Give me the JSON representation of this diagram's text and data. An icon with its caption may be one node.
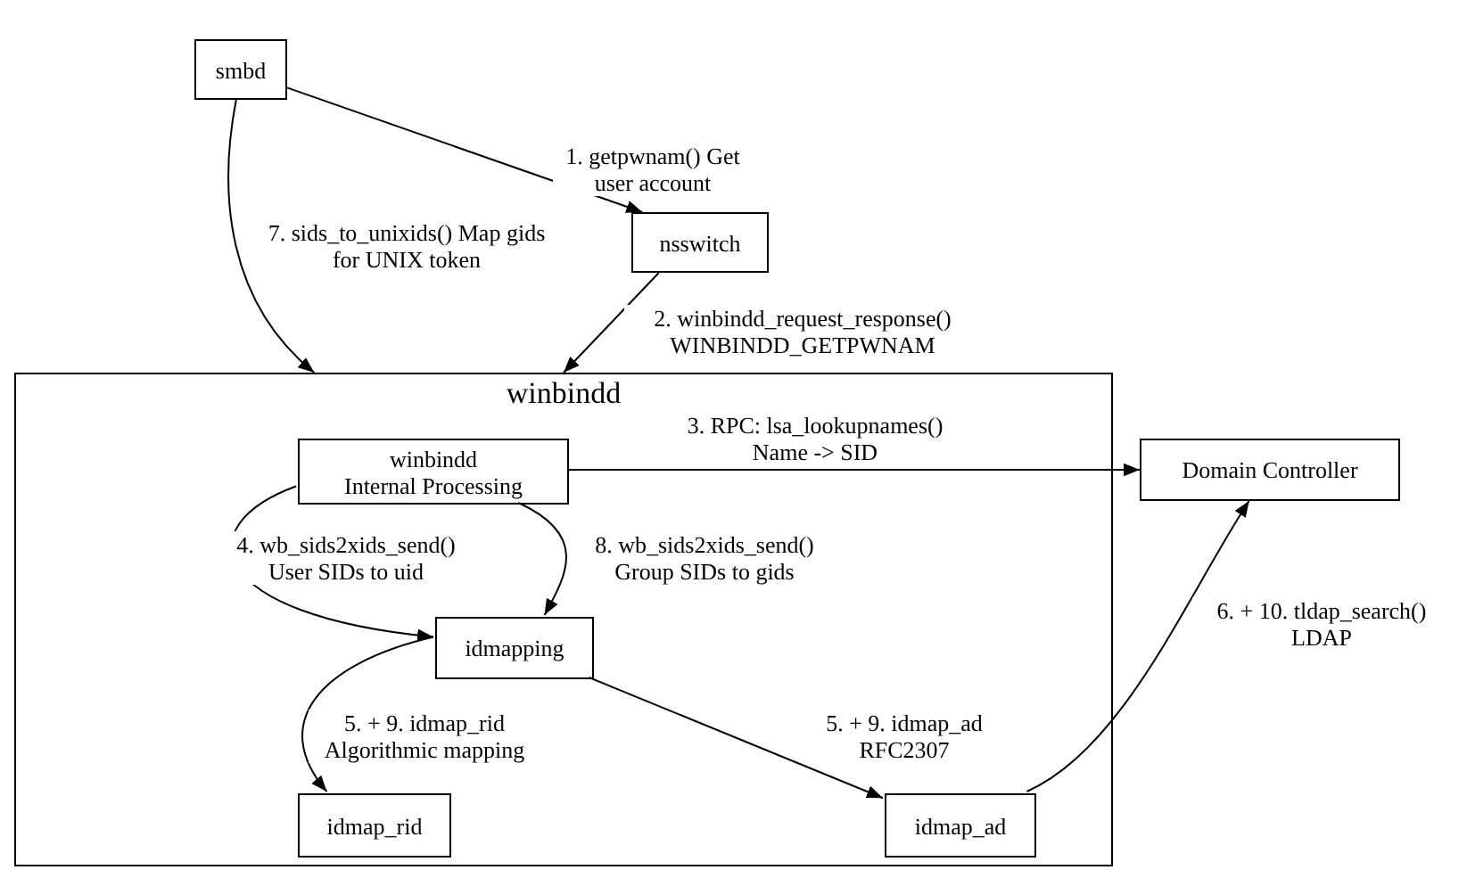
{
  "diagram": {
    "nodes": [
      {
        "text": [
          "smbd"
        ]
      },
      {
        "text": [
          "nsswitch"
        ]
      },
      {
        "text": [
          "winbindd"
        ]
      },
      {
        "text": [
          "winbindd",
          "Internal Processing"
        ],
        "in": 2
      },
      {
        "text": [
          "Domain Controller"
        ]
      },
      {
        "text": [
          "idmapping"
        ],
        "in": 2
      },
      {
        "text": [
          "idmap_rid"
        ],
        "in": 2
      },
      {
        "text": [
          "idmap_ad"
        ],
        "in": 2
      }
    ],
    "edges": [
      {
        "from": 0,
        "to": 1,
        "arrow": "to",
        "label": "1. getpwnam() Get user account"
      },
      {
        "from": 1,
        "to": 2,
        "arrow": "to",
        "label": "2. winbindd_request_response() WINBINDD_GETPWNAM"
      },
      {
        "from": 0,
        "to": 2,
        "arrow": "to",
        "label": "7. sids_to_unixids() Map gids for UNIX token"
      },
      {
        "from": 3,
        "to": 4,
        "arrow": "to",
        "label": "3. RPC: lsa_lookupnames() Name -> SID"
      },
      {
        "from": 3,
        "to": 5,
        "arrow": "to",
        "label": "4. wb_sids2xids_send() User SIDs to uid"
      },
      {
        "from": 3,
        "to": 5,
        "arrow": "to",
        "label": "8. wb_sids2xids_send() Group SIDs to gids"
      },
      {
        "from": 5,
        "to": 6,
        "arrow": "to",
        "label": "5. + 9. idmap_rid Algorithmic mapping"
      },
      {
        "from": 5,
        "to": 7,
        "arrow": "to",
        "label": "5. + 9. idmap_ad RFC2307"
      },
      {
        "from": 7,
        "to": 4,
        "arrow": "to",
        "label": "6. + 10. tldap_search() LDAP"
      }
    ]
  }
}
